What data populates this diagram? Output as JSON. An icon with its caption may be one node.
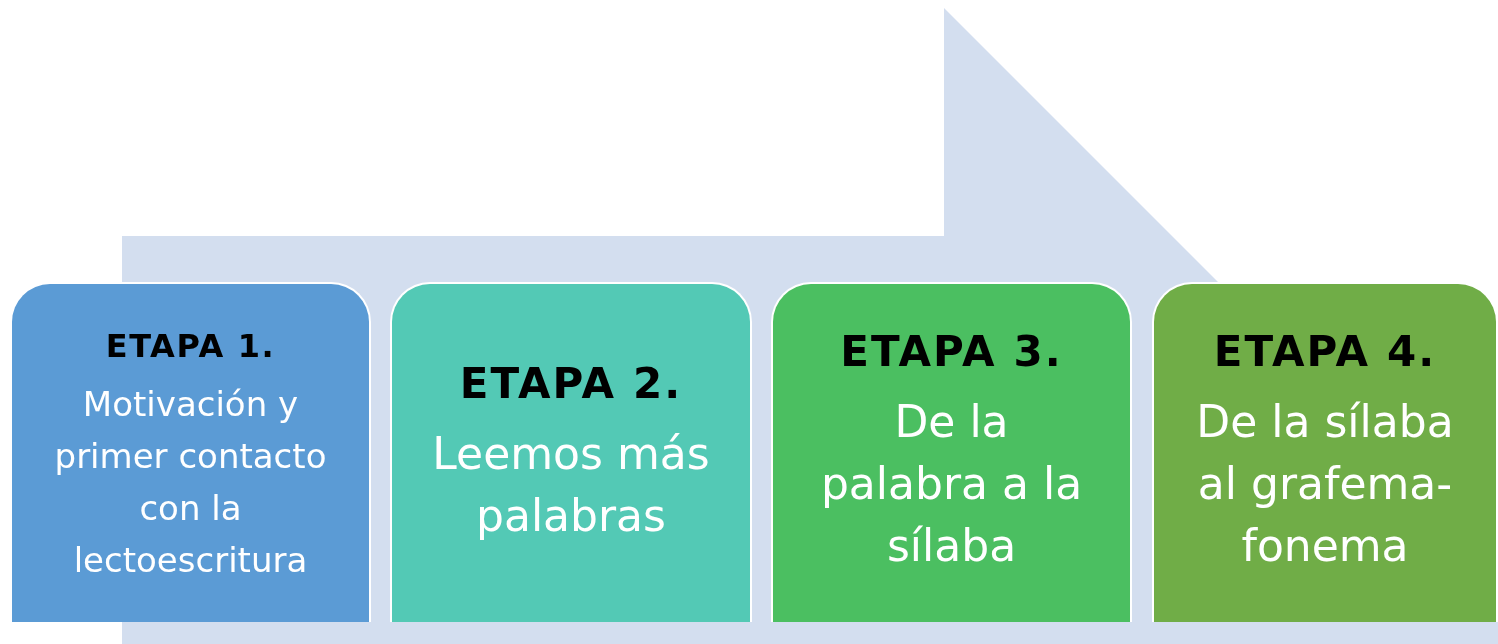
{
  "diagram": {
    "nodes": [
      {
        "text": [
          "ETAPA 1.",
          "Motivación y primer contacto con la lectoescritura"
        ]
      },
      {
        "text": [
          "ETAPA 2.",
          "Leemos más palabras"
        ]
      },
      {
        "text": [
          "ETAPA 3.",
          "De la palabra a la sílaba"
        ]
      },
      {
        "text": [
          "ETAPA 4.",
          "De la sílaba al grafema-fonema"
        ]
      }
    ]
  }
}
